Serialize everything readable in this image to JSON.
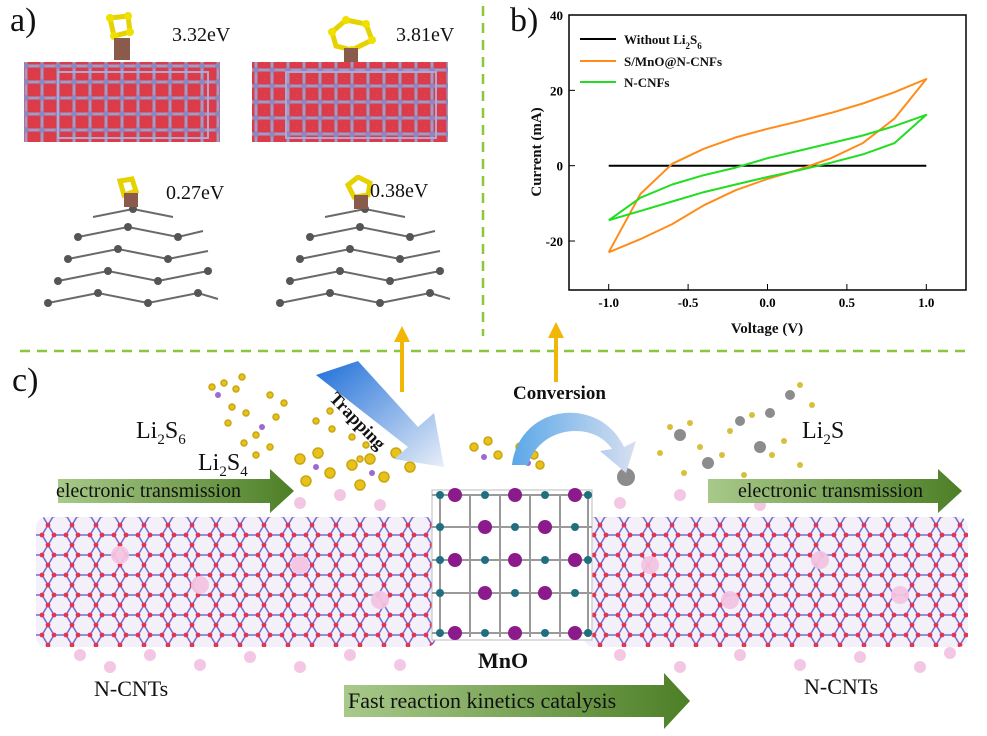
{
  "panels": {
    "a": "a)",
    "b": "b)",
    "c": "c)"
  },
  "panel_a": {
    "energies": [
      "3.32eV",
      "3.81eV",
      "0.27eV",
      "0.38eV"
    ]
  },
  "chart_data": {
    "type": "line",
    "xlabel": "Voltage (V)",
    "ylabel": "Current (mA)",
    "xlim": [
      -1.25,
      1.25
    ],
    "ylim": [
      -33,
      40
    ],
    "xticks": [
      -1.0,
      -0.5,
      0.0,
      0.5,
      1.0
    ],
    "xtick_labels": [
      "-1.0",
      "-0.5",
      "0.0",
      "0.5",
      "1.0"
    ],
    "yticks": [
      -20,
      0,
      20,
      40
    ],
    "ytick_labels": [
      "-20",
      "0",
      "20",
      "40"
    ],
    "legend_position": "top-left",
    "series": [
      {
        "name_main": "Without Li",
        "name_sub": "2",
        "name_mid": "S",
        "name_sub2": "6",
        "color": "#000000",
        "x": [
          -1.0,
          1.0
        ],
        "y": [
          0,
          0
        ]
      },
      {
        "name_main": "S/MnO@N-CNFs",
        "color": "#ff8c1a",
        "x": [
          -1.0,
          -0.8,
          -0.6,
          -0.4,
          -0.2,
          0.0,
          0.2,
          0.4,
          0.6,
          0.8,
          1.0,
          0.8,
          0.6,
          0.4,
          0.2,
          0.0,
          -0.2,
          -0.4,
          -0.6,
          -0.8,
          -1.0
        ],
        "y": [
          -23,
          -19.5,
          -15.5,
          -10.5,
          -6.5,
          -3.5,
          -1.0,
          2.0,
          6.0,
          12.5,
          23,
          19.5,
          16.5,
          14.0,
          11.8,
          9.8,
          7.5,
          4.5,
          0.5,
          -7.5,
          -23
        ]
      },
      {
        "name_main": "N-CNFs",
        "color": "#22dd22",
        "x": [
          -1.0,
          -0.8,
          -0.6,
          -0.4,
          -0.2,
          0.0,
          0.2,
          0.4,
          0.6,
          0.8,
          1.0,
          0.8,
          0.6,
          0.4,
          0.2,
          0.0,
          -0.2,
          -0.4,
          -0.6,
          -0.8,
          -1.0
        ],
        "y": [
          -14.5,
          -12.0,
          -9.5,
          -7.0,
          -5.0,
          -3.0,
          -1.2,
          0.8,
          3.0,
          6.0,
          13.5,
          10.5,
          8.0,
          6.0,
          4.0,
          2.0,
          -0.5,
          -2.5,
          -5.0,
          -8.5,
          -14.5
        ]
      }
    ]
  },
  "panel_c": {
    "labels": {
      "trapping": "Trapping",
      "conversion": "Conversion",
      "li2s6_main": "Li",
      "li2s6_sub1": "2",
      "li2s6_mid": "S",
      "li2s6_sub2": "6",
      "li2s4_main": "Li",
      "li2s4_sub1": "2",
      "li2s4_mid": "S",
      "li2s4_sub2": "4",
      "li2s_main": "Li",
      "li2s_sub": "2",
      "li2s_end": "S",
      "electronic_left": "electronic transmission",
      "electronic_right": "electronic transmission",
      "mno": "MnO",
      "ncnts_left": "N-CNTs",
      "ncnts_right": "N-CNTs",
      "fast": "Fast reaction kinetics catalysis"
    },
    "colors": {
      "green_arrow": "#5c8a2e",
      "yellow_arrow": "#f2b705",
      "dashed_divider": "#8cc63f",
      "tube_red": "#e8334a",
      "tube_blue": "#6f6fd6",
      "mno_purple": "#8b1a8b",
      "mno_teal": "#1f6f80"
    }
  }
}
